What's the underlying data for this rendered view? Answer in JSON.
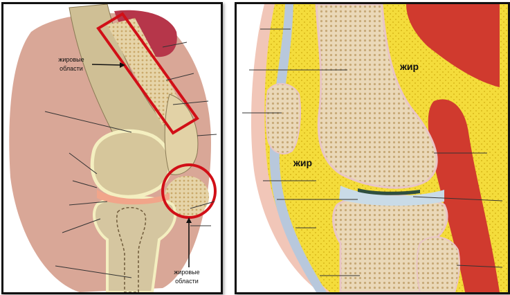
{
  "left_image": {
    "label_top_line1": "жировые",
    "label_top_line2": "области",
    "label_bottom_line1": "жировые",
    "label_bottom_line2": "области",
    "highlight_color": "#d10f17"
  },
  "right_image": {
    "label_fat_top": "жир",
    "label_fat_left": "жир"
  },
  "colors": {
    "bone": "#e6d3b3",
    "fat": "#f4dc3b",
    "muscle": "#cc3b2b",
    "skin": "#d8a890",
    "tendon": "#b8c8dc"
  }
}
